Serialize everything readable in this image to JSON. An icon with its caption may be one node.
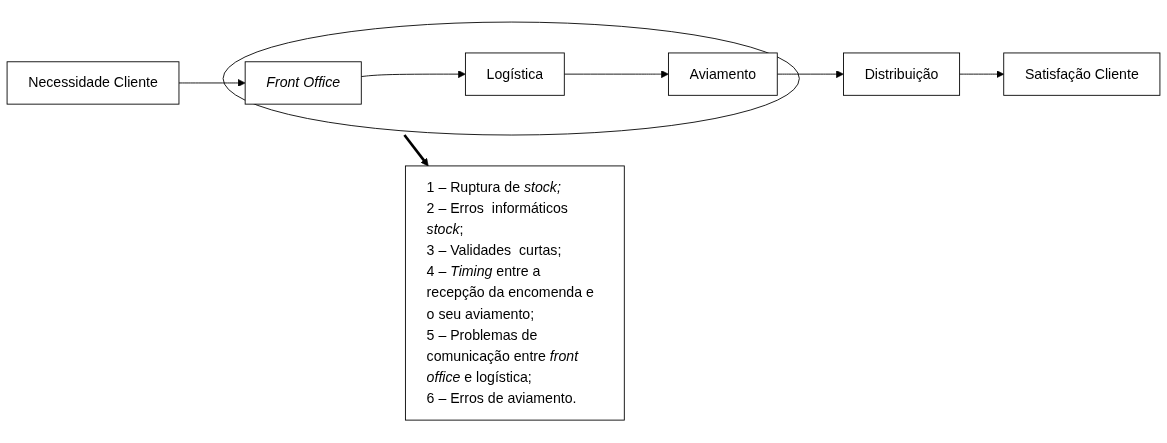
{
  "diagram": {
    "nodes": [
      {
        "text": [
          "Necessidade Cliente"
        ]
      },
      {
        "text": [],
        "shape": "ellipse"
      },
      {
        "text": [
          "Front Office"
        ],
        "in": 1
      },
      {
        "text": [
          "Logística"
        ],
        "in": 1
      },
      {
        "text": [
          "Aviamento"
        ],
        "in": 1
      },
      {
        "text": [
          "Distribuição"
        ]
      },
      {
        "text": [
          "Satisfação Cliente"
        ]
      },
      {
        "text": [
          "1 – Ruptura de *stock;*",
          "2 – Erros  informáticos *stock*;",
          "3 – Validades  curtas;",
          "4 – *Timing* entre a recepção da encomenda e o seu aviamento;",
          "5 – Problemas de comunicação entre *front office* e logística;",
          "6 – Erros de aviamento."
        ]
      }
    ],
    "edges": [
      {
        "from": 0,
        "to": 2,
        "arrow": "to"
      },
      {
        "from": 2,
        "to": 3,
        "arrow": "to"
      },
      {
        "from": 3,
        "to": 4,
        "arrow": "to"
      },
      {
        "from": 4,
        "to": 5,
        "arrow": "to"
      },
      {
        "from": 5,
        "to": 6,
        "arrow": "to"
      },
      {
        "from": 1,
        "to": 7,
        "arrow": "to",
        "style": "thick"
      }
    ]
  }
}
